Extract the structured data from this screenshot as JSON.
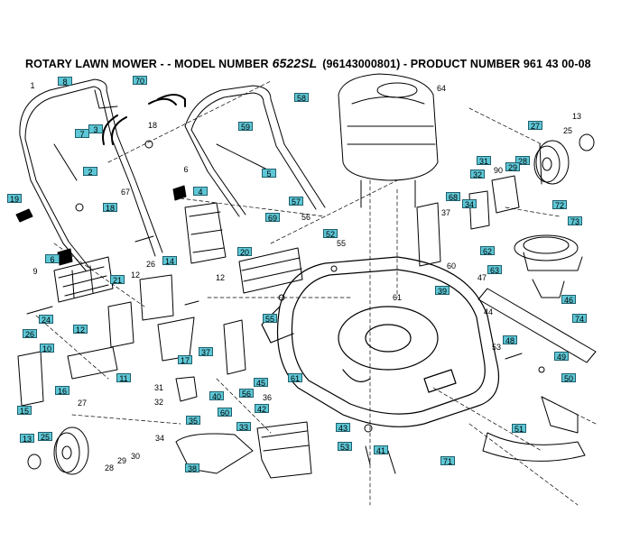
{
  "title": {
    "prefix": "ROTARY LAWN MOWER - - MODEL NUMBER",
    "model": "6522SL",
    "suffix": "(96143000801) - PRODUCT NUMBER 961 43 00-08"
  },
  "colors": {
    "callout_fill": "#5ec7d6",
    "callout_border": "#1f5f6b",
    "line_art": "#000000"
  },
  "callouts": [
    {
      "id": "c1",
      "label": "1",
      "boxed": false
    },
    {
      "id": "c8",
      "label": "8",
      "boxed": true
    },
    {
      "id": "c70",
      "label": "70",
      "boxed": true
    },
    {
      "id": "c58",
      "label": "58",
      "boxed": true
    },
    {
      "id": "c64",
      "label": "64",
      "boxed": false
    },
    {
      "id": "c13a",
      "label": "13",
      "boxed": false
    },
    {
      "id": "c25a",
      "label": "25",
      "boxed": false
    },
    {
      "id": "c27a",
      "label": "27",
      "boxed": true
    },
    {
      "id": "c3",
      "label": "3",
      "boxed": true
    },
    {
      "id": "c7",
      "label": "7",
      "boxed": true
    },
    {
      "id": "c18a",
      "label": "18",
      "boxed": false
    },
    {
      "id": "c59",
      "label": "59",
      "boxed": true
    },
    {
      "id": "c2",
      "label": "2",
      "boxed": true
    },
    {
      "id": "c6a",
      "label": "6",
      "boxed": false
    },
    {
      "id": "c67",
      "label": "67",
      "boxed": false
    },
    {
      "id": "c5",
      "label": "5",
      "boxed": true
    },
    {
      "id": "c4",
      "label": "4",
      "boxed": true
    },
    {
      "id": "c31a",
      "label": "31",
      "boxed": true
    },
    {
      "id": "c28a",
      "label": "28",
      "boxed": true
    },
    {
      "id": "c29a",
      "label": "29",
      "boxed": true
    },
    {
      "id": "c90",
      "label": "90",
      "boxed": false
    },
    {
      "id": "c32a",
      "label": "32",
      "boxed": true
    },
    {
      "id": "c68",
      "label": "68",
      "boxed": true
    },
    {
      "id": "c19",
      "label": "19",
      "boxed": true
    },
    {
      "id": "c18b",
      "label": "18",
      "boxed": true
    },
    {
      "id": "c57",
      "label": "57",
      "boxed": true
    },
    {
      "id": "c69",
      "label": "69",
      "boxed": true
    },
    {
      "id": "c56a",
      "label": "56",
      "boxed": false
    },
    {
      "id": "c37a",
      "label": "37",
      "boxed": false
    },
    {
      "id": "c34a",
      "label": "34",
      "boxed": true
    },
    {
      "id": "c72",
      "label": "72",
      "boxed": true
    },
    {
      "id": "c73",
      "label": "73",
      "boxed": true
    },
    {
      "id": "c52",
      "label": "52",
      "boxed": true
    },
    {
      "id": "c55a",
      "label": "55",
      "boxed": false
    },
    {
      "id": "c6b",
      "label": "6",
      "boxed": true
    },
    {
      "id": "c20",
      "label": "20",
      "boxed": true
    },
    {
      "id": "c26a",
      "label": "26",
      "boxed": false
    },
    {
      "id": "c14",
      "label": "14",
      "boxed": true
    },
    {
      "id": "c12a",
      "label": "12",
      "boxed": false
    },
    {
      "id": "c12b",
      "label": "12",
      "boxed": false
    },
    {
      "id": "c9",
      "label": "9",
      "boxed": false
    },
    {
      "id": "c21",
      "label": "21",
      "boxed": true
    },
    {
      "id": "c62",
      "label": "62",
      "boxed": true
    },
    {
      "id": "c60a",
      "label": "60",
      "boxed": false
    },
    {
      "id": "c63",
      "label": "63",
      "boxed": true
    },
    {
      "id": "c47",
      "label": "47",
      "boxed": false
    },
    {
      "id": "c39",
      "label": "39",
      "boxed": true
    },
    {
      "id": "c61a",
      "label": "61",
      "boxed": false
    },
    {
      "id": "c46",
      "label": "46",
      "boxed": true
    },
    {
      "id": "c24",
      "label": "24",
      "boxed": true
    },
    {
      "id": "c26b",
      "label": "26",
      "boxed": true
    },
    {
      "id": "c55b",
      "label": "55",
      "boxed": true
    },
    {
      "id": "c74",
      "label": "74",
      "boxed": true
    },
    {
      "id": "c44",
      "label": "44",
      "boxed": false
    },
    {
      "id": "c10",
      "label": "10",
      "boxed": true
    },
    {
      "id": "c12c",
      "label": "12",
      "boxed": true
    },
    {
      "id": "c37b",
      "label": "37",
      "boxed": true
    },
    {
      "id": "c17",
      "label": "17",
      "boxed": true
    },
    {
      "id": "c48",
      "label": "48",
      "boxed": true
    },
    {
      "id": "c53a",
      "label": "53",
      "boxed": false
    },
    {
      "id": "c49",
      "label": "49",
      "boxed": true
    },
    {
      "id": "c16",
      "label": "16",
      "boxed": true
    },
    {
      "id": "c11",
      "label": "11",
      "boxed": true
    },
    {
      "id": "c45",
      "label": "45",
      "boxed": true
    },
    {
      "id": "c61b",
      "label": "61",
      "boxed": true
    },
    {
      "id": "c50",
      "label": "50",
      "boxed": true
    },
    {
      "id": "c31b",
      "label": "31",
      "boxed": false
    },
    {
      "id": "c15",
      "label": "15",
      "boxed": true
    },
    {
      "id": "c27b",
      "label": "27",
      "boxed": false
    },
    {
      "id": "c32b",
      "label": "32",
      "boxed": false
    },
    {
      "id": "c40",
      "label": "40",
      "boxed": true
    },
    {
      "id": "c56b",
      "label": "56",
      "boxed": true
    },
    {
      "id": "c36",
      "label": "36",
      "boxed": false
    },
    {
      "id": "c42",
      "label": "42",
      "boxed": true
    },
    {
      "id": "c35",
      "label": "35",
      "boxed": true
    },
    {
      "id": "c60b",
      "label": "60",
      "boxed": true
    },
    {
      "id": "c33",
      "label": "33",
      "boxed": true
    },
    {
      "id": "c43",
      "label": "43",
      "boxed": true
    },
    {
      "id": "c13b",
      "label": "13",
      "boxed": true
    },
    {
      "id": "c25b",
      "label": "25",
      "boxed": true
    },
    {
      "id": "c34b",
      "label": "34",
      "boxed": false
    },
    {
      "id": "c28b",
      "label": "28",
      "boxed": false
    },
    {
      "id": "c29b",
      "label": "29",
      "boxed": false
    },
    {
      "id": "c30",
      "label": "30",
      "boxed": false
    },
    {
      "id": "c53b",
      "label": "53",
      "boxed": true
    },
    {
      "id": "c41",
      "label": "41",
      "boxed": true
    },
    {
      "id": "c71",
      "label": "71",
      "boxed": true
    },
    {
      "id": "c51",
      "label": "51",
      "boxed": true
    },
    {
      "id": "c38",
      "label": "38",
      "boxed": true
    }
  ]
}
